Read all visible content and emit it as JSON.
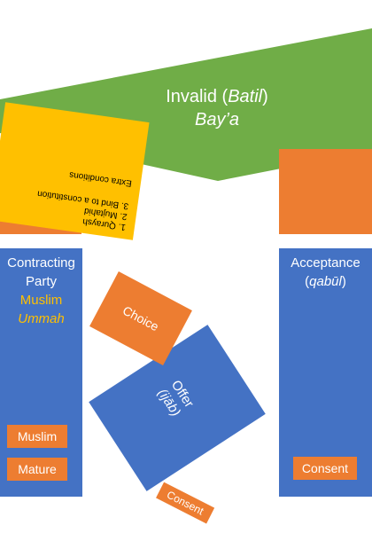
{
  "banner": {
    "title_main": "Invalid (",
    "title_term": "Batil",
    "title_close": ")",
    "subtitle": "Bay’a",
    "color": "#70ad47"
  },
  "extra_conditions": {
    "heading": "Extra conditions",
    "items": [
      "1. Quraysh",
      "2. Mujtahid",
      "3. Bind to a constitution"
    ]
  },
  "party": {
    "line1": "Contracting",
    "line2": "Party",
    "line3": "Muslim",
    "line4": "Ummah",
    "tags": [
      "Muslim",
      "Mature"
    ]
  },
  "acceptance": {
    "line1": "Acceptance",
    "line2_open": "(",
    "line2_term": "qabūl",
    "line2_close": ")",
    "tag": "Consent"
  },
  "choice": {
    "label": "Choice"
  },
  "offer": {
    "label": "Offer",
    "term": "(ijāb)",
    "consent": "Consent"
  },
  "colors": {
    "blue": "#4472c4",
    "orange": "#ed7d31",
    "green": "#70ad47",
    "gold": "#ffc000"
  }
}
